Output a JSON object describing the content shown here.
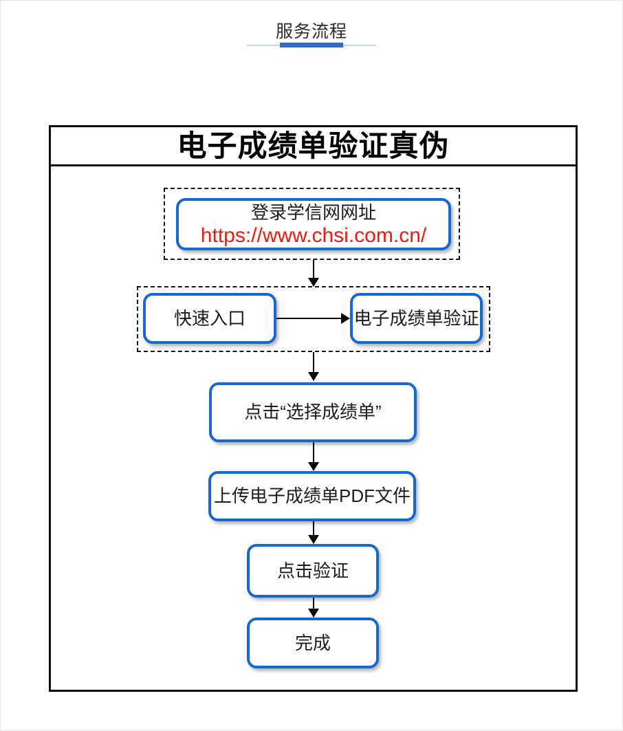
{
  "header": {
    "title": "服务流程"
  },
  "flowchart": {
    "title": "电子成绩单验证真伪",
    "nodes": {
      "login": {
        "line1": "登录学信网网址",
        "url": "https://www.chsi.com.cn/"
      },
      "quick_entry": {
        "label": "快速入口"
      },
      "verify_entry": {
        "label": "电子成绩单验证"
      },
      "select_transcript": {
        "label": "点击“选择成绩单”"
      },
      "upload_pdf": {
        "label": "上传电子成绩单PDF文件"
      },
      "click_verify": {
        "label": "点击验证"
      },
      "done": {
        "label": "完成"
      }
    }
  },
  "colors": {
    "accent_blue": "#1467d6",
    "url_red": "#f2190e",
    "underline_blue": "#2e6ac6",
    "underline_light": "#c9d8f0"
  }
}
